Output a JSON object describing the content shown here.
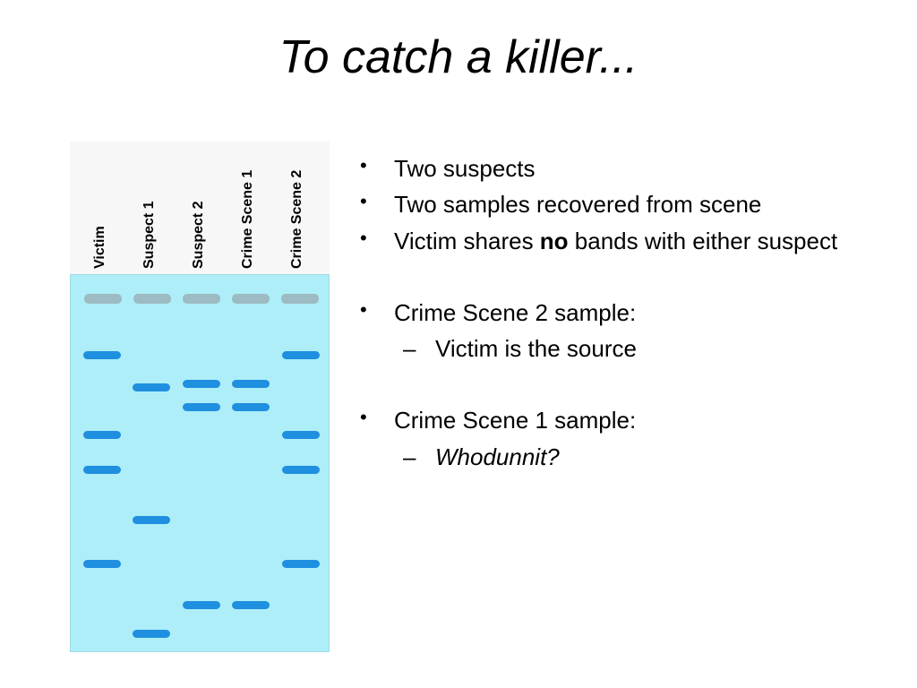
{
  "title": "To catch a killer...",
  "gel": {
    "lanes": [
      "Victim",
      "Suspect 1",
      "Suspect 2",
      "Crime Scene 1",
      "Crime Scene 2"
    ]
  },
  "bullets": {
    "b1": "Two suspects",
    "b2": "Two samples recovered from scene",
    "b3_pre": "Victim shares ",
    "b3_bold": "no",
    "b3_post": " bands with either suspect",
    "b4": "Crime Scene 2 sample:",
    "b4_sub": "Victim is the source",
    "b5": "Crime Scene 1 sample:",
    "b5_sub": "Whodunnit?"
  }
}
